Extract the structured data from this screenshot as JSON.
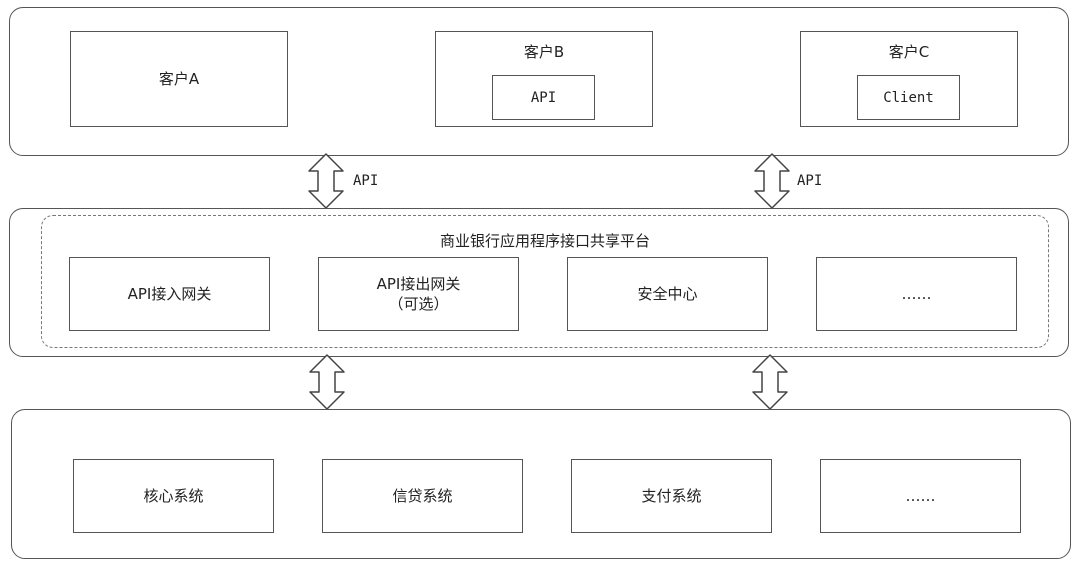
{
  "clients": {
    "a": {
      "label": "客户A"
    },
    "b": {
      "label": "客户B",
      "inner": "API"
    },
    "c": {
      "label": "客户C",
      "inner": "Client"
    }
  },
  "connectors": {
    "upper_label": "API"
  },
  "platform": {
    "title": "商业银行应用程序接口共享平台",
    "modules": [
      {
        "label": "API接入网关"
      },
      {
        "line1": "API接出网关",
        "line2": "（可选）"
      },
      {
        "label": "安全中心"
      },
      {
        "label": "……"
      }
    ]
  },
  "systems": [
    {
      "label": "核心系统"
    },
    {
      "label": "信贷系统"
    },
    {
      "label": "支付系统"
    },
    {
      "label": "……"
    }
  ]
}
